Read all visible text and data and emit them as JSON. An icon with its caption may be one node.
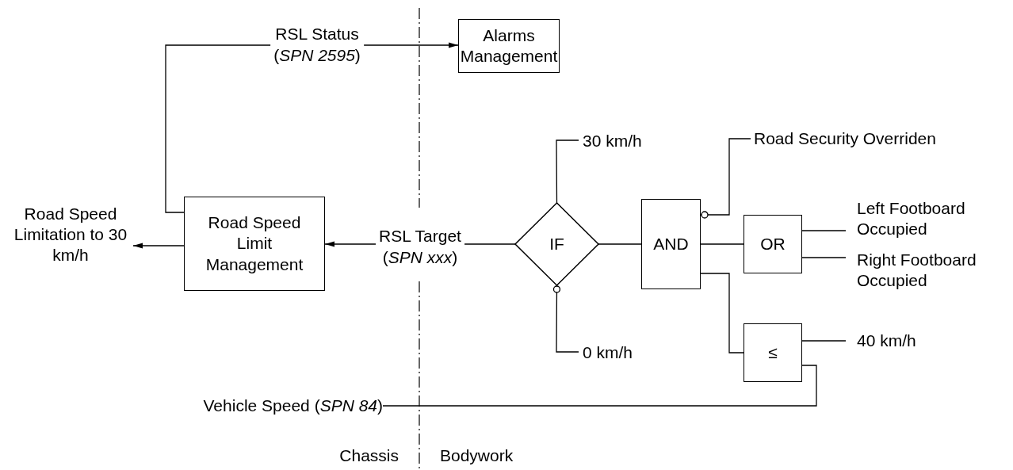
{
  "diagram": {
    "nodes": [
      {
        "text": [
          "Alarms Management"
        ]
      },
      {
        "text": [
          "Road Speed Limitation to 30 km/h"
        ]
      },
      {
        "text": [
          "Road Speed Limit Management"
        ]
      },
      {
        "text": [
          "IF"
        ]
      },
      {
        "text": [
          "30 km/h"
        ]
      },
      {
        "text": [
          "0 km/h"
        ]
      },
      {
        "text": [
          "AND"
        ]
      },
      {
        "text": [
          "Road Security Overriden"
        ]
      },
      {
        "text": [
          "OR"
        ]
      },
      {
        "text": [
          "Left Footboard Occupied"
        ]
      },
      {
        "text": [
          "Right Footboard Occupied"
        ]
      },
      {
        "text": [
          "≤"
        ]
      },
      {
        "text": [
          "40 km/h"
        ]
      },
      {
        "text": [
          "Vehicle Speed (*SPN 84*)"
        ]
      }
    ],
    "edges": [
      {
        "from": 2,
        "to": 0,
        "arrow": "to",
        "label": "RSL Status (*SPN 2595*)"
      },
      {
        "from": 2,
        "to": 1,
        "arrow": "to"
      },
      {
        "from": 3,
        "to": 2,
        "arrow": "to",
        "label": "RSL Target (*SPN xxx*)"
      },
      {
        "from": 4,
        "to": 3,
        "arrow": "none"
      },
      {
        "from": 5,
        "to": 3,
        "arrow": "other"
      },
      {
        "from": 6,
        "to": 3,
        "arrow": "none"
      },
      {
        "from": 7,
        "to": 6,
        "arrow": "other"
      },
      {
        "from": 8,
        "to": 6,
        "arrow": "none"
      },
      {
        "from": 9,
        "to": 8,
        "arrow": "none"
      },
      {
        "from": 10,
        "to": 8,
        "arrow": "none"
      },
      {
        "from": 11,
        "to": 6,
        "arrow": "none"
      },
      {
        "from": 12,
        "to": 11,
        "arrow": "none"
      },
      {
        "from": 13,
        "to": 11,
        "arrow": "none"
      }
    ],
    "labels": [
      "Chassis",
      "Bodywork"
    ]
  }
}
